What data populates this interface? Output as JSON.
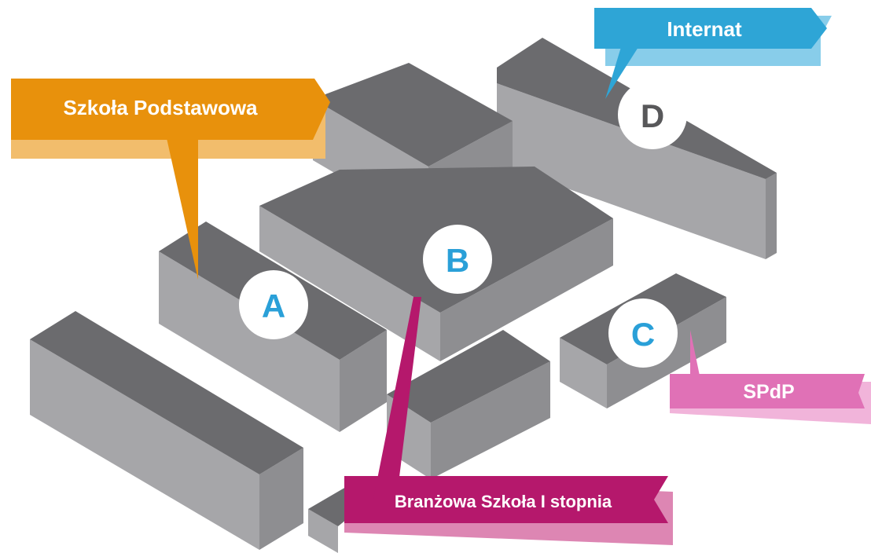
{
  "buildings": [
    {
      "letter": "A"
    },
    {
      "letter": "B"
    },
    {
      "letter": "C"
    },
    {
      "letter": "D"
    }
  ],
  "callouts": {
    "szkola_podstawowa": {
      "text": "Szkoła Podstawowa",
      "color": "#e8910c",
      "shadow": "#f2bd6c"
    },
    "internat": {
      "text": "Internat",
      "color": "#2ea5d6",
      "shadow": "#88cdea"
    },
    "spdp": {
      "text": "SPdP",
      "color": "#e071b6",
      "shadow": "#f1b4da"
    },
    "branzowa": {
      "text": "Branżowa Szkoła I stopnia",
      "color": "#b5186c",
      "shadow": "#dd86b3"
    }
  },
  "colors": {
    "roof": "#6b6b6e",
    "wall": "#a6a6a9",
    "wall_dark": "#8e8e91",
    "letter_dark": "#58585a",
    "letter_blue": "#2aa0d8",
    "circle": "#ffffff"
  }
}
